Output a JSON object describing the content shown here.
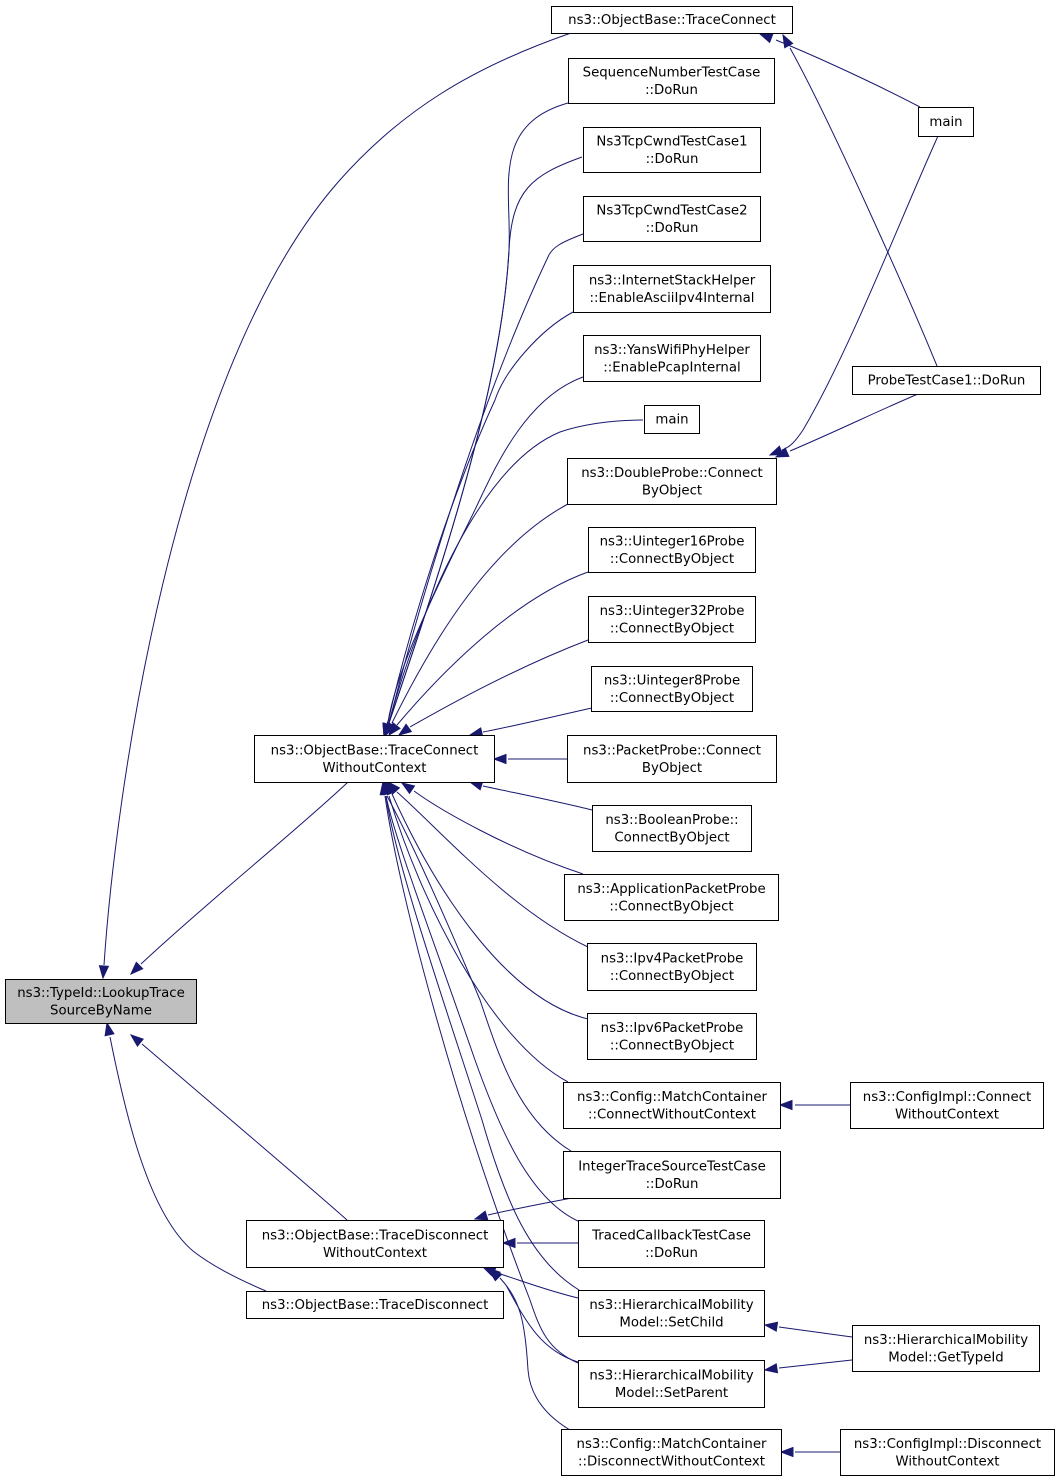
{
  "colors": {
    "edge": "#191970",
    "focus_fill": "#bfbfbf",
    "node_fill": "#ffffff",
    "border": "#000000"
  },
  "nodes": [
    {
      "id": "lookup",
      "lines": [
        "ns3::TypeId::LookupTrace",
        "SourceByName"
      ],
      "focus": true
    },
    {
      "id": "tc",
      "lines": [
        "ns3::ObjectBase::TraceConnect"
      ]
    },
    {
      "id": "tcwc",
      "lines": [
        "ns3::ObjectBase::TraceConnect",
        "WithoutContext"
      ]
    },
    {
      "id": "tdwc",
      "lines": [
        "ns3::ObjectBase::TraceDisconnect",
        "WithoutContext"
      ]
    },
    {
      "id": "td",
      "lines": [
        "ns3::ObjectBase::TraceDisconnect"
      ]
    },
    {
      "id": "main1",
      "lines": [
        "main"
      ]
    },
    {
      "id": "probe1",
      "lines": [
        "ProbeTestCase1::DoRun"
      ]
    },
    {
      "id": "seq",
      "lines": [
        "SequenceNumberTestCase",
        "::DoRun"
      ]
    },
    {
      "id": "cwnd1",
      "lines": [
        "Ns3TcpCwndTestCase1",
        "::DoRun"
      ]
    },
    {
      "id": "cwnd2",
      "lines": [
        "Ns3TcpCwndTestCase2",
        "::DoRun"
      ]
    },
    {
      "id": "inet",
      "lines": [
        "ns3::InternetStackHelper",
        "::EnableAsciiIpv4Internal"
      ]
    },
    {
      "id": "yans",
      "lines": [
        "ns3::YansWifiPhyHelper",
        "::EnablePcapInternal"
      ]
    },
    {
      "id": "main2",
      "lines": [
        "main"
      ]
    },
    {
      "id": "dbl",
      "lines": [
        "ns3::DoubleProbe::Connect",
        "ByObject"
      ]
    },
    {
      "id": "u16",
      "lines": [
        "ns3::Uinteger16Probe",
        "::ConnectByObject"
      ]
    },
    {
      "id": "u32",
      "lines": [
        "ns3::Uinteger32Probe",
        "::ConnectByObject"
      ]
    },
    {
      "id": "u8",
      "lines": [
        "ns3::Uinteger8Probe",
        "::ConnectByObject"
      ]
    },
    {
      "id": "pkt",
      "lines": [
        "ns3::PacketProbe::Connect",
        "ByObject"
      ]
    },
    {
      "id": "bool",
      "lines": [
        "ns3::BooleanProbe::",
        "ConnectByObject"
      ]
    },
    {
      "id": "app",
      "lines": [
        "ns3::ApplicationPacketProbe",
        "::ConnectByObject"
      ]
    },
    {
      "id": "ipv4",
      "lines": [
        "ns3::Ipv4PacketProbe",
        "::ConnectByObject"
      ]
    },
    {
      "id": "ipv6",
      "lines": [
        "ns3::Ipv6PacketProbe",
        "::ConnectByObject"
      ]
    },
    {
      "id": "mcc",
      "lines": [
        "ns3::Config::MatchContainer",
        "::ConnectWithoutContext"
      ]
    },
    {
      "id": "cic",
      "lines": [
        "ns3::ConfigImpl::Connect",
        "WithoutContext"
      ]
    },
    {
      "id": "its",
      "lines": [
        "IntegerTraceSourceTestCase",
        "::DoRun"
      ]
    },
    {
      "id": "tcb",
      "lines": [
        "TracedCallbackTestCase",
        "::DoRun"
      ]
    },
    {
      "id": "hmc",
      "lines": [
        "ns3::HierarchicalMobility",
        "Model::SetChild"
      ]
    },
    {
      "id": "hmt",
      "lines": [
        "ns3::HierarchicalMobility",
        "Model::GetTypeId"
      ]
    },
    {
      "id": "hmp",
      "lines": [
        "ns3::HierarchicalMobility",
        "Model::SetParent"
      ]
    },
    {
      "id": "mcd",
      "lines": [
        "ns3::Config::MatchContainer",
        "::DisconnectWithoutContext"
      ]
    },
    {
      "id": "cid",
      "lines": [
        "ns3::ConfigImpl::Disconnect",
        "WithoutContext"
      ]
    }
  ],
  "edges": [
    [
      "tc",
      "lookup"
    ],
    [
      "tcwc",
      "lookup"
    ],
    [
      "tdwc",
      "lookup"
    ],
    [
      "td",
      "lookup"
    ],
    [
      "main1",
      "tc"
    ],
    [
      "probe1",
      "tc"
    ],
    [
      "seq",
      "tcwc"
    ],
    [
      "cwnd1",
      "tcwc"
    ],
    [
      "cwnd2",
      "tcwc"
    ],
    [
      "inet",
      "tcwc"
    ],
    [
      "yans",
      "tcwc"
    ],
    [
      "main2",
      "tcwc"
    ],
    [
      "dbl",
      "tcwc"
    ],
    [
      "u16",
      "tcwc"
    ],
    [
      "u32",
      "tcwc"
    ],
    [
      "u8",
      "tcwc"
    ],
    [
      "pkt",
      "tcwc"
    ],
    [
      "bool",
      "tcwc"
    ],
    [
      "app",
      "tcwc"
    ],
    [
      "ipv4",
      "tcwc"
    ],
    [
      "ipv6",
      "tcwc"
    ],
    [
      "mcc",
      "tcwc"
    ],
    [
      "its",
      "tcwc"
    ],
    [
      "tcb",
      "tcwc"
    ],
    [
      "hmc",
      "tcwc"
    ],
    [
      "hmp",
      "tcwc"
    ],
    [
      "main1",
      "dbl"
    ],
    [
      "probe1",
      "dbl"
    ],
    [
      "cic",
      "mcc"
    ],
    [
      "its",
      "tdwc"
    ],
    [
      "tcb",
      "tdwc"
    ],
    [
      "hmc",
      "tdwc"
    ],
    [
      "hmp",
      "tdwc"
    ],
    [
      "mcd",
      "tdwc"
    ],
    [
      "hmt",
      "hmc"
    ],
    [
      "hmt",
      "hmp"
    ],
    [
      "cid",
      "mcd"
    ]
  ]
}
